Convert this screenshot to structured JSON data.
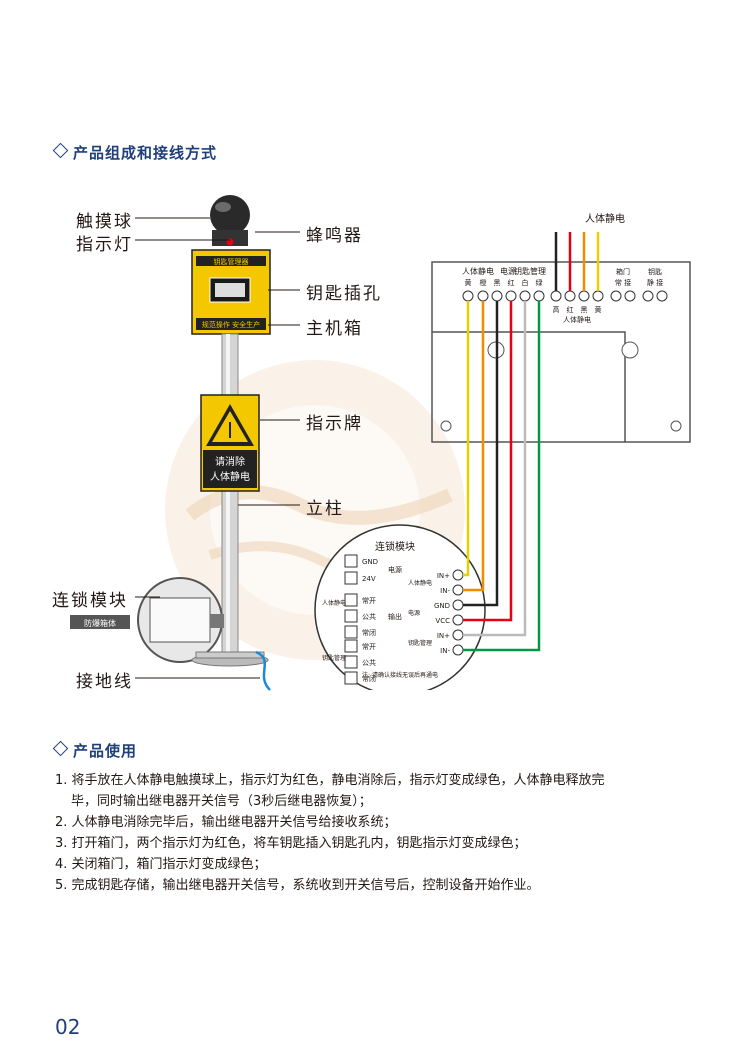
{
  "section1": {
    "title": "产品组成和接线方式"
  },
  "callouts": {
    "touch_ball": "触摸球",
    "indicator": "指示灯",
    "buzzer": "蜂鸣器",
    "key_slot": "钥匙插孔",
    "main_box": "主机箱",
    "sign": "指示牌",
    "pole": "立柱",
    "interlock": "连锁模块",
    "ground": "接地线"
  },
  "device": {
    "box_header": "钥匙管理器",
    "box_footer": "规范操作 安全生产",
    "sign_text_1": "请消除",
    "sign_text_2": "人体静电",
    "module_label": "防爆箱体"
  },
  "panel": {
    "top_title": "人体静电",
    "group1": "人体静电",
    "group2": "电源",
    "group3": "钥匙管理",
    "colors1": [
      "黄",
      "橙",
      "黑",
      "红",
      "白",
      "绿"
    ],
    "bottom_colors": [
      "高",
      "红",
      "黑",
      "黄"
    ],
    "bottom_label": "人体静电",
    "door": "箱门",
    "door_sub": "常 接",
    "key": "钥匙",
    "key_sub": "静 接"
  },
  "module": {
    "title": "连锁模块",
    "left_labels": [
      "GND",
      "24V"
    ],
    "left_group": "电源",
    "left_rows": [
      "常开",
      "公共",
      "常闭"
    ],
    "left_row_group": "人体静电",
    "left_row_side": "输出",
    "left_rows2": [
      "常开",
      "公共",
      "常闭"
    ],
    "left_row2_group": "钥匙管理",
    "right_labels": [
      "IN+",
      "IN-",
      "GND",
      "VCC",
      "IN+",
      "IN-"
    ],
    "right_groups": [
      "人体静电",
      "电源",
      "钥匙管理"
    ],
    "note": "注: 请确认接线无误后再通电"
  },
  "section2": {
    "title": "产品使用"
  },
  "usage": [
    "1. 将手放在人体静电触摸球上，指示灯为红色，静电消除后，指示灯变成绿色，人体静电释放完",
    "毕，同时输出继电器开关信号（3秒后继电器恢复）；",
    "2. 人体静电消除完毕后，输出继电器开关信号给接收系统；",
    "3. 打开箱门，两个指示灯为红色，将车钥匙插入钥匙孔内，钥匙指示灯变成绿色；",
    "4. 关闭箱门，箱门指示灯变成绿色；",
    "5. 完成钥匙存储，输出继电器开关信号，系统收到开关信号后，控制设备开始作业。"
  ],
  "page_number": "02",
  "colors": {
    "accent": "#1f3f7a",
    "sign_yellow": "#f4c800",
    "wire_yellow": "#e8d000",
    "wire_orange": "#f08c00",
    "wire_red": "#e60012",
    "wire_green": "#009944",
    "wire_white": "#bbbbbb",
    "wire_black": "#222222"
  }
}
